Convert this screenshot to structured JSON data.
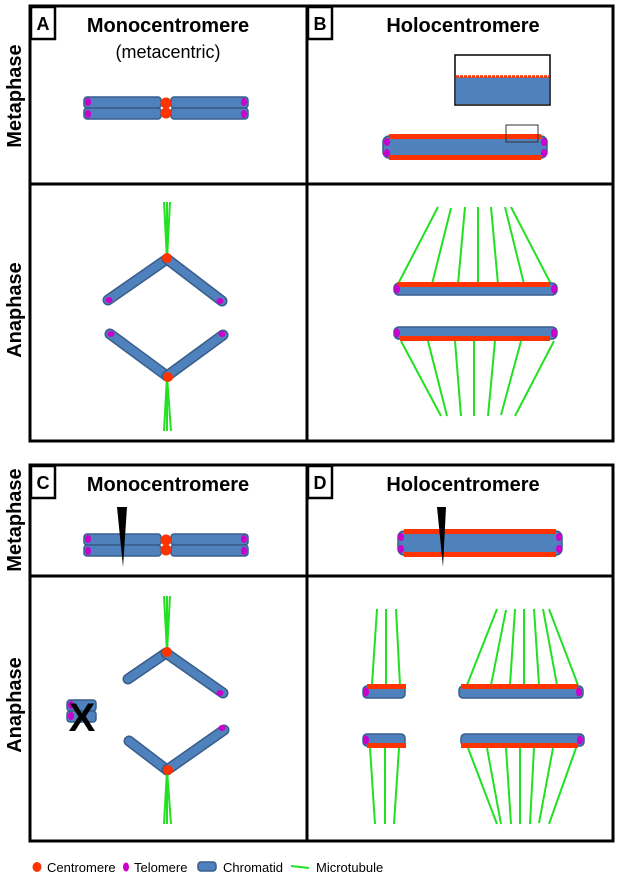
{
  "colors": {
    "centromere": "#ff3300",
    "telomere": "#cc00cc",
    "chromatid": "#4f81bd",
    "chromatid_edge": "#385d8a",
    "microtubule": "#22e022",
    "frame": "#000000"
  },
  "row_labels": {
    "top_metaphase": "Metaphase",
    "top_anaphase": "Anaphase",
    "bottom_metaphase": "Metaphase",
    "bottom_anaphase": "Anaphase"
  },
  "panels": {
    "A": {
      "letter": "A",
      "title": "Monocentromere",
      "subtitle": "(metacentric)"
    },
    "B": {
      "letter": "B",
      "title": "Holocentromere"
    },
    "C": {
      "letter": "C",
      "title": "Monocentromere"
    },
    "D": {
      "letter": "D",
      "title": "Holocentromere"
    }
  },
  "annotations": {
    "lost_fragment_mark": "X"
  },
  "legend": {
    "items": [
      {
        "icon": "centromere-dot",
        "label": "Centromere"
      },
      {
        "icon": "telomere-dot",
        "label": "Telomere"
      },
      {
        "icon": "chromatid-bar",
        "label": "Chromatid"
      },
      {
        "icon": "microtubule-line",
        "label": "Microtubule"
      }
    ]
  }
}
